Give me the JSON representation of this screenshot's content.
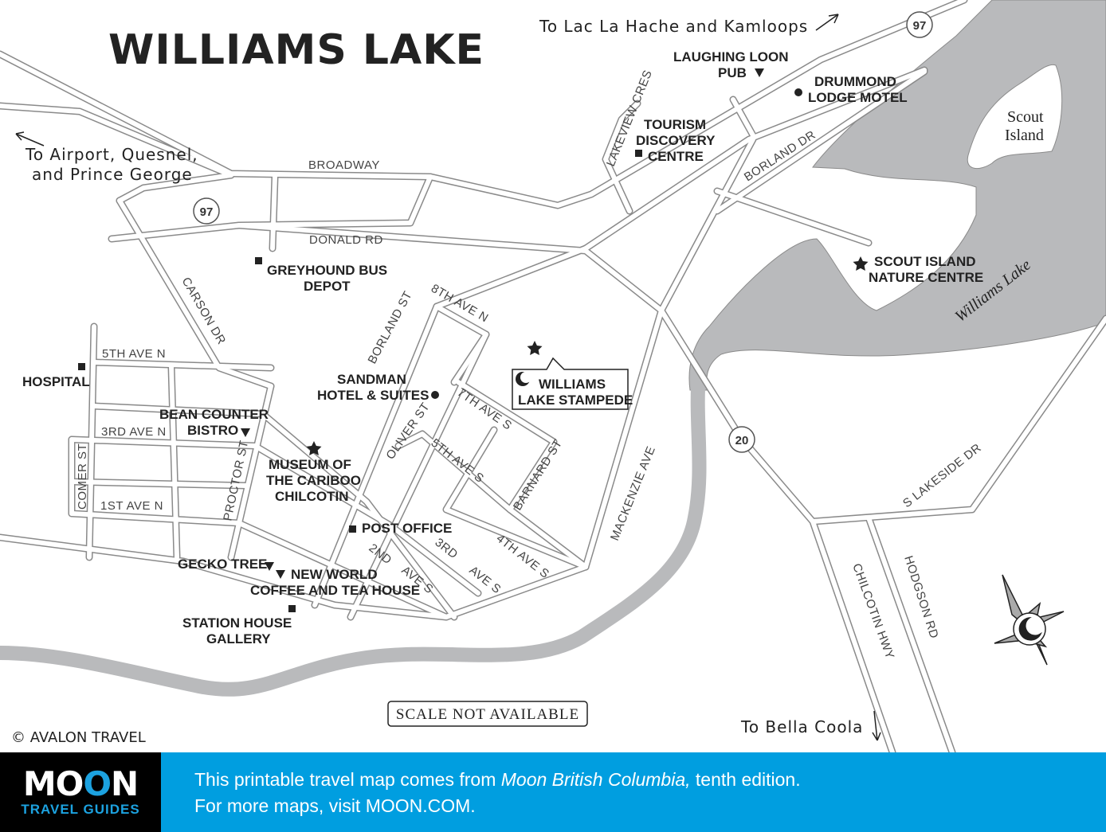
{
  "title": "WILLIAMS LAKE",
  "directions": {
    "north": "To Lac La Hache and Kamloops",
    "west_1": "To Airport, Quesnel,",
    "west_2": "and Prince George",
    "south": "To Bella Coola"
  },
  "highways": {
    "hwy97_a": "97",
    "hwy97_b": "97",
    "hwy20": "20"
  },
  "streets": {
    "broadway": "BROADWAY",
    "donald": "DONALD RD",
    "carson": "CARSON DR",
    "ave5n": "5TH AVE N",
    "ave3n": "3RD AVE N",
    "ave1n": "1ST AVE N",
    "comer": "COMER ST",
    "proctor": "PROCTOR ST",
    "borland_st": "BORLAND ST",
    "ave8n": "8TH AVE N",
    "ave7s": "7TH AVE S",
    "ave5s": "5TH AVE S",
    "oliver": "OLIVER ST",
    "barnard": "BARNARD ST",
    "ave4s": "4TH AVE S",
    "ave3s_1": "3RD",
    "ave3s_2": "AVE S",
    "ave2s_1": "2ND",
    "ave2s_2": "AVE S",
    "mackenzie": "MACKENZIE AVE",
    "lakeview": "LAKEVIEW CRES",
    "borland_dr": "BORLAND DR",
    "lakeside": "S LAKESIDE DR",
    "chilcotin": "CHILCOTIN HWY",
    "hodgson": "HODGSON RD"
  },
  "pois": {
    "laughing_loon_1": "LAUGHING LOON",
    "laughing_loon_2": "PUB",
    "drummond_1": "DRUMMOND",
    "drummond_2": "LODGE MOTEL",
    "tourism_1": "TOURISM",
    "tourism_2": "DISCOVERY",
    "tourism_3": "CENTRE",
    "greyhound_1": "GREYHOUND BUS",
    "greyhound_2": "DEPOT",
    "scout_centre_1": "SCOUT ISLAND",
    "scout_centre_2": "NATURE CENTRE",
    "hospital": "HOSPITAL",
    "sandman_1": "SANDMAN",
    "sandman_2": "HOTEL & SUITES",
    "stampede_1": "WILLIAMS",
    "stampede_2": "LAKE STAMPEDE",
    "bean_1": "BEAN COUNTER",
    "bean_2": "BISTRO",
    "museum_1": "MUSEUM OF",
    "museum_2": "THE CARIBOO",
    "museum_3": "CHILCOTIN",
    "post_office": "POST OFFICE",
    "gecko": "GECKO TREE",
    "newworld_1": "NEW WORLD",
    "newworld_2": "COFFEE AND TEA HOUSE",
    "station_1": "STATION HOUSE",
    "station_2": "GALLERY"
  },
  "water": {
    "lake": "Williams Lake",
    "island_1": "Scout",
    "island_2": "Island"
  },
  "scale": "SCALE NOT AVAILABLE",
  "copyright": "© AVALON TRAVEL",
  "footer": {
    "logo_top_1": "MO",
    "logo_top_2": "O",
    "logo_top_3": "N",
    "logo_bottom": "TRAVEL GUIDES",
    "line1_a": "This printable travel map comes from ",
    "line1_b": "Moon British Columbia,",
    "line1_c": " tenth edition.",
    "line2": "For more maps, visit MOON.COM."
  },
  "colors": {
    "water": "#b9babc",
    "road_edge": "#8a8a8a",
    "footer_blue": "#009ee0"
  }
}
